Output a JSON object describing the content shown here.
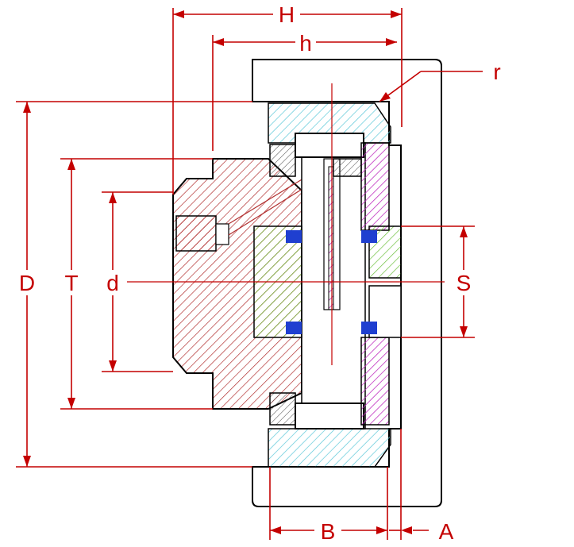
{
  "colors": {
    "dimension": "#c40000",
    "outline": "#000000",
    "outer_ring_hatch": "#5cc8d8",
    "stud_hatch": "#b23030",
    "seal_hatch": "#6bbf3a",
    "cage_hatch": "#c030c0",
    "roller_seal": "#1f3fd0"
  },
  "labels": {
    "H": "H",
    "h": "h",
    "r": "r",
    "D": "D",
    "T": "T",
    "d": "d",
    "S": "S",
    "B": "B",
    "A": "A"
  }
}
